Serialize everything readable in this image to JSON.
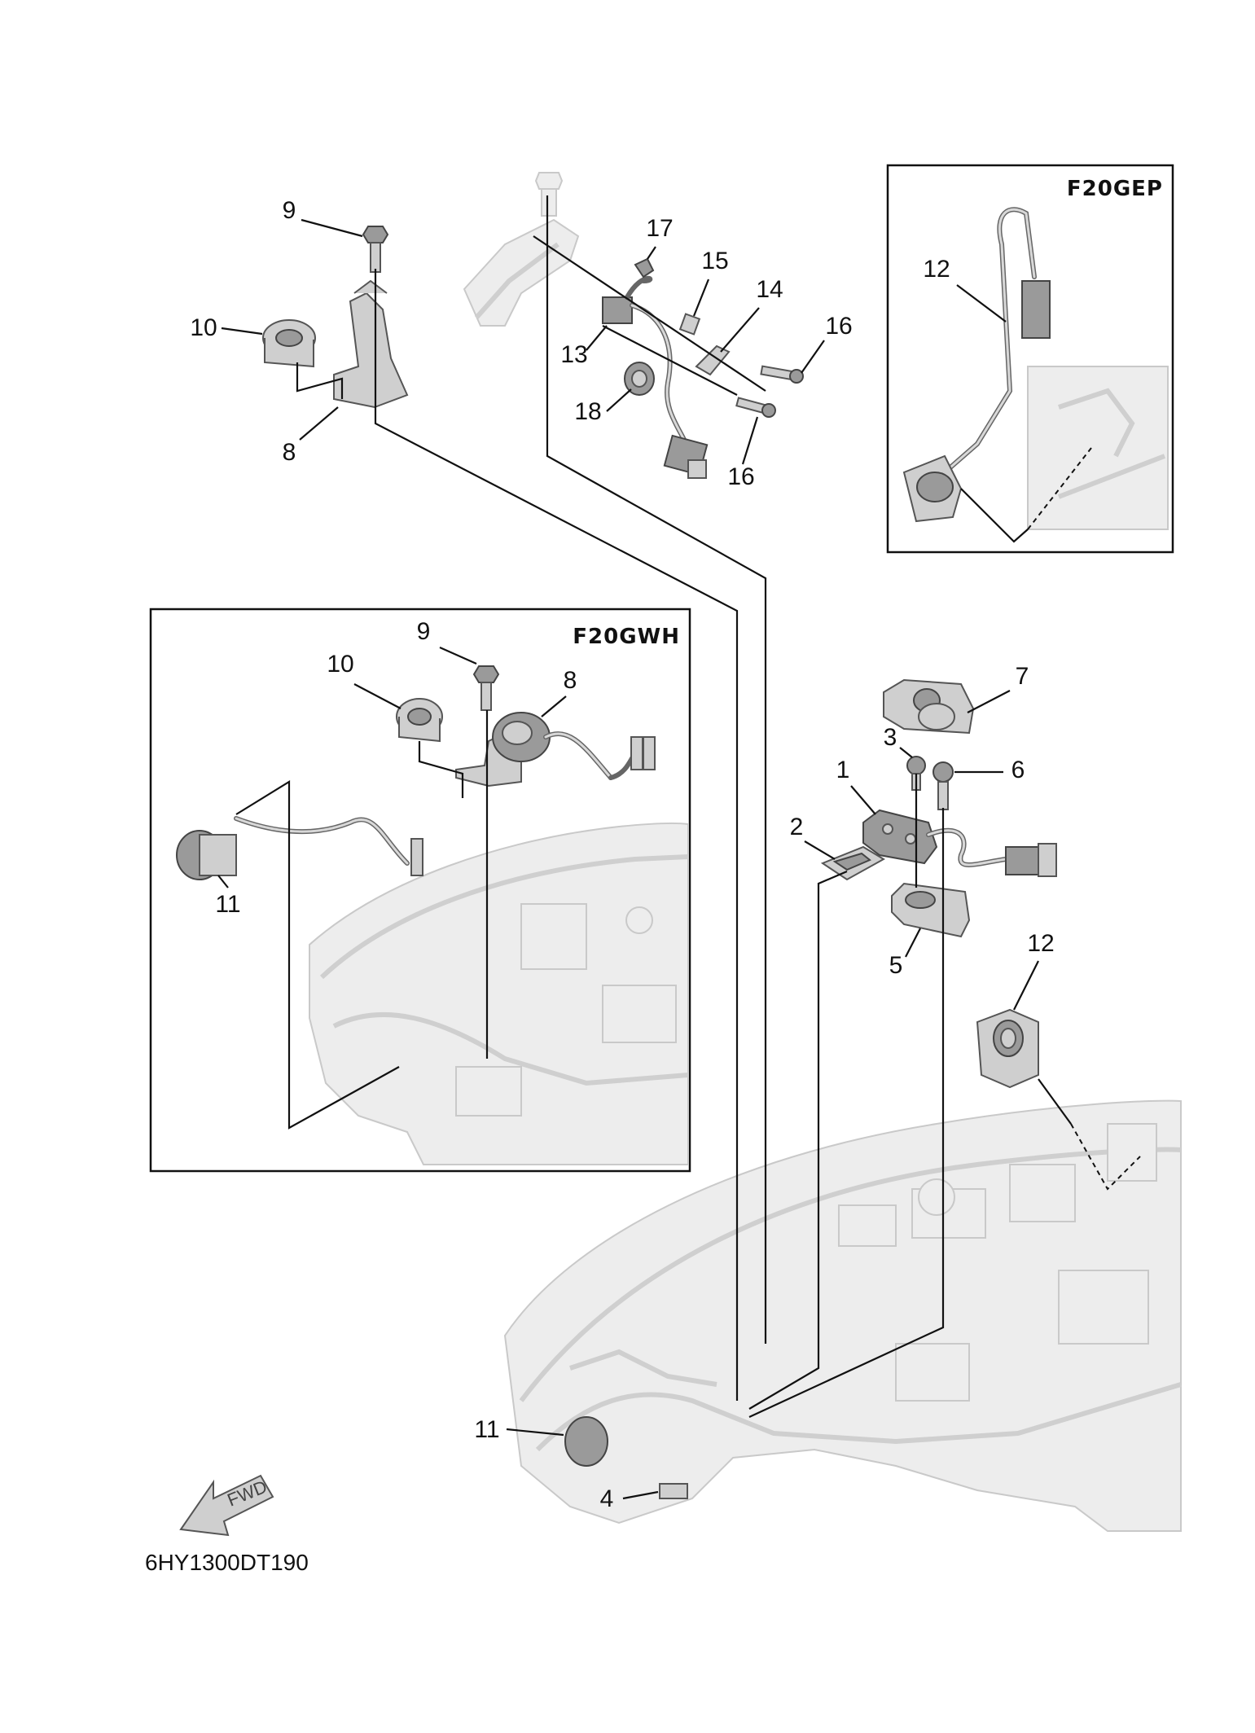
{
  "diagram": {
    "code": "6HY1300DT190",
    "arrow_label": "FWD",
    "boxes": [
      {
        "label": "F20GEP"
      },
      {
        "label": "F20GWH"
      }
    ],
    "callouts": [
      "1",
      "2",
      "3",
      "4",
      "5",
      "6",
      "7",
      "8",
      "9",
      "10",
      "11",
      "12",
      "13",
      "14",
      "15",
      "16",
      "17",
      "18"
    ],
    "box_callouts_gwh": [
      "8",
      "9",
      "10",
      "11"
    ],
    "box_callouts_gep": [
      "12"
    ],
    "top_left_callouts": [
      "8",
      "9",
      "10"
    ],
    "top_center_callouts": [
      "13",
      "14",
      "15",
      "16",
      "17",
      "18"
    ],
    "extra_16": "16"
  }
}
